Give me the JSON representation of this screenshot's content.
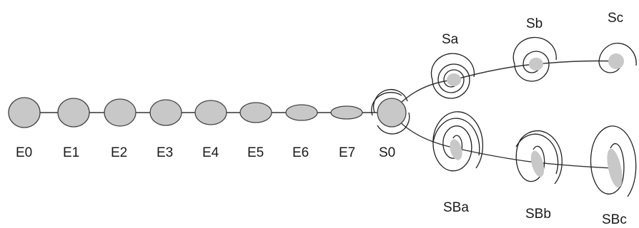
{
  "colors": {
    "node_fill": "#c8c8c8",
    "stroke": "#333333",
    "background": "#ffffff"
  },
  "sequence": [
    {
      "id": "E0",
      "label": "E0",
      "shape": "round ellipse"
    },
    {
      "id": "E1",
      "label": "E1",
      "shape": "round ellipse"
    },
    {
      "id": "E2",
      "label": "E2",
      "shape": "ellipse"
    },
    {
      "id": "E3",
      "label": "E3",
      "shape": "ellipse"
    },
    {
      "id": "E4",
      "label": "E4",
      "shape": "ellipse"
    },
    {
      "id": "E5",
      "label": "E5",
      "shape": "flattened ellipse"
    },
    {
      "id": "E6",
      "label": "E6",
      "shape": "flattened ellipse"
    },
    {
      "id": "E7",
      "label": "E7",
      "shape": "flattened ellipse"
    },
    {
      "id": "S0",
      "label": "S0",
      "shape": "lenticular with ring"
    }
  ],
  "branches": [
    {
      "id": "spiral",
      "nodes": [
        {
          "id": "Sa",
          "label": "Sa",
          "shape": "tight spiral"
        },
        {
          "id": "Sb",
          "label": "Sb",
          "shape": "spiral"
        },
        {
          "id": "Sc",
          "label": "Sc",
          "shape": "loose spiral"
        }
      ]
    },
    {
      "id": "barred-spiral",
      "nodes": [
        {
          "id": "SBa",
          "label": "SBa",
          "shape": "tight barred spiral"
        },
        {
          "id": "SBb",
          "label": "SBb",
          "shape": "barred spiral"
        },
        {
          "id": "SBc",
          "label": "SBc",
          "shape": "loose barred spiral"
        }
      ]
    }
  ]
}
